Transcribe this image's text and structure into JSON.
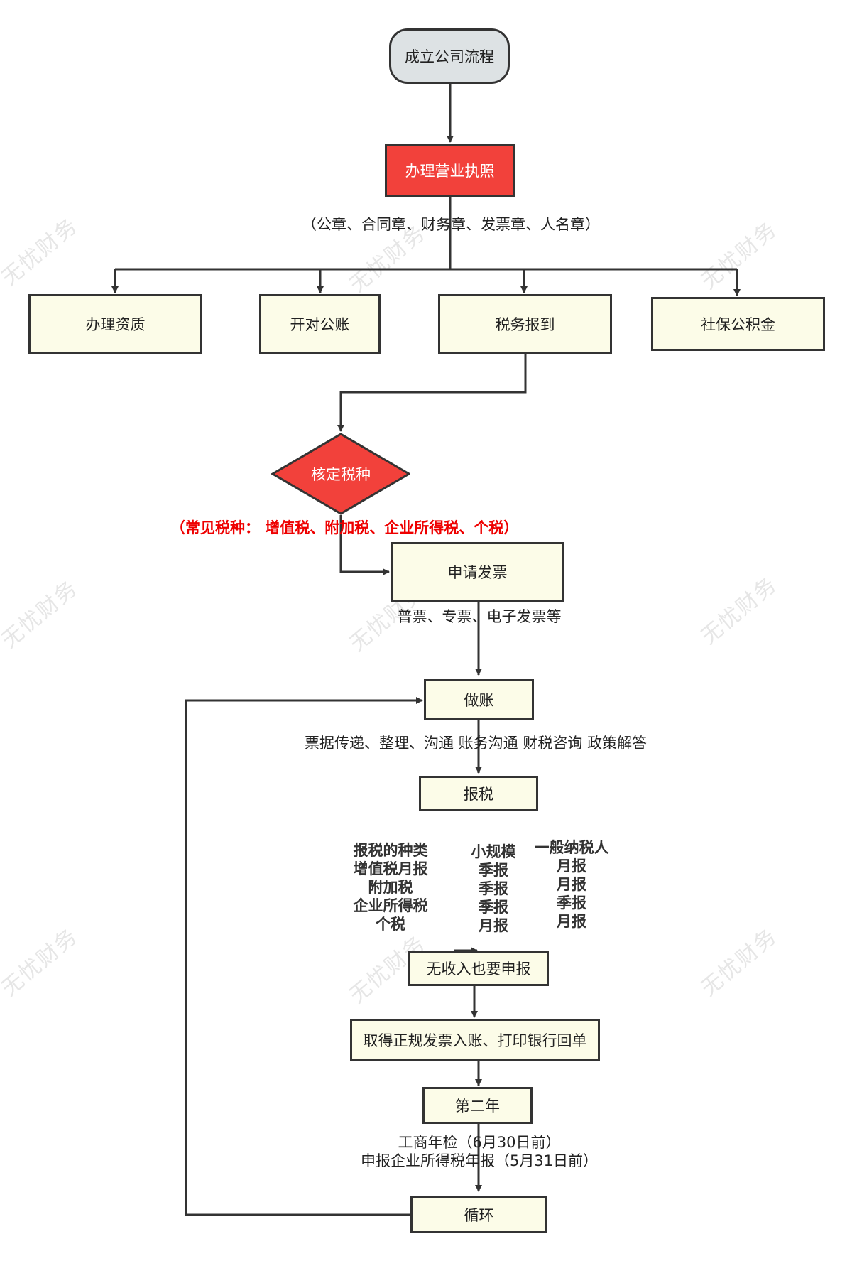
{
  "watermark": "无忧财务",
  "nodes": {
    "start": "成立公司流程",
    "license": "办理营业执照",
    "qualification": "办理资质",
    "account": "开对公账",
    "tax_register": "税务报到",
    "social": "社保公积金",
    "tax_type": "核定税种",
    "invoice": "申请发票",
    "bookkeeping": "做账",
    "tax_filing": "报税",
    "zero_filing": "无收入也要申报",
    "receipts": "取得正规发票入账、打印银行回单",
    "second_year": "第二年",
    "loop": "循环"
  },
  "labels": {
    "seals": "（公章、合同章、财务章、发票章、人名章）",
    "common_taxes": "（常见税种： 增值税、附加税、企业所得税、个税）",
    "invoice_types": "普票、专票、电子发票等",
    "services": "票据传递、整理、沟通 账务沟通 财税咨询 政策解答",
    "annual_check": "工商年检（6月30日前）",
    "annual_report": "申报企业所得税年报（5月31日前）"
  },
  "tax_table": {
    "kinds": [
      "报税的种类",
      "增值税月报",
      "附加税",
      "企业所得税",
      "个税"
    ],
    "small_scale": [
      "小规模",
      "季报",
      "季报",
      "季报",
      "月报"
    ],
    "general": [
      "一般纳税人",
      "月报",
      "月报",
      "季报",
      "月报"
    ]
  },
  "colors": {
    "highlight": "#f2413b",
    "box_fill": "#fcfce8",
    "start_fill": "#dde2e4",
    "note_red": "#ee0000",
    "line": "#333333"
  }
}
